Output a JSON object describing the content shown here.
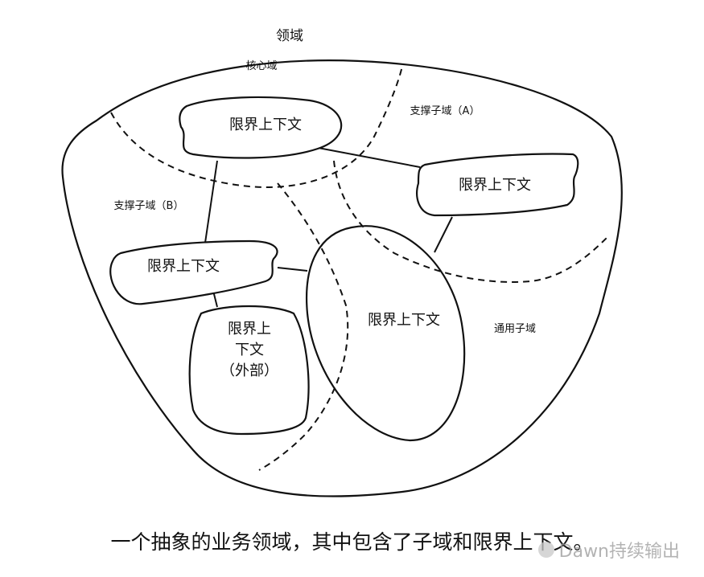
{
  "diagram": {
    "domain_label": "领域",
    "core_domain_label": "核心域",
    "supporting_a_label": "支撑子域（A）",
    "supporting_b_label": "支撑子域（B）",
    "generic_label": "通用子域",
    "bc_top": "限界上下文",
    "bc_right": "限界上下文",
    "bc_left": "限界上下文",
    "bc_center": "限界上下文",
    "bc_external_line1": "限界上",
    "bc_external_line2": "下文",
    "bc_external_line3": "（外部）"
  },
  "caption": "一个抽象的业务领域，其中包含了子域和限界上下文。",
  "watermark": "Dawn持续输出"
}
